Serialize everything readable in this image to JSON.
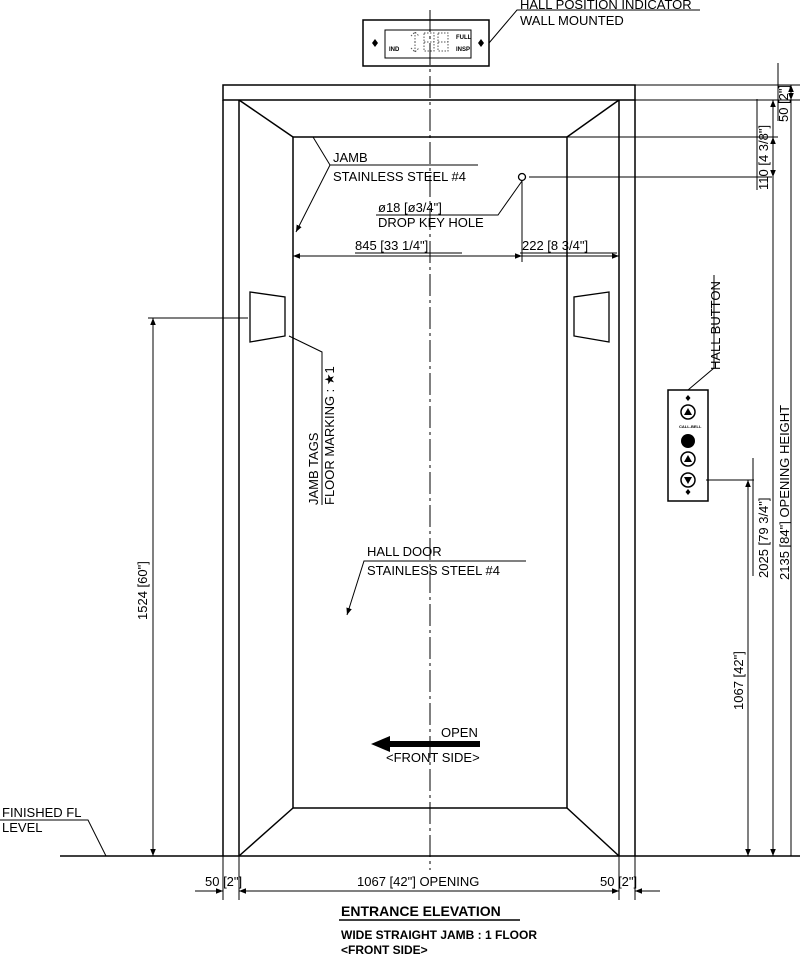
{
  "labels": {
    "hpi_title": "HALL POSITION INDICATOR",
    "hpi_sub": "WALL MOUNTED",
    "hpi_ind": "IND",
    "hpi_full": "FULL",
    "hpi_insp": "INSP",
    "jamb_title": "JAMB",
    "jamb_sub": "STAINLESS STEEL #4",
    "keyhole_size": "ø18 [ø3/4\"]",
    "keyhole_name": "DROP KEY HOLE",
    "jamb_tags": "JAMB TAGS",
    "floor_marking": "FLOOR MARKING : ★1",
    "hall_door": "HALL DOOR",
    "hall_door_sub": "STAINLESS STEEL #4",
    "open": "OPEN",
    "front_side": "<FRONT SIDE>",
    "finished_fl": "FINISHED FL",
    "level": "LEVEL",
    "hall_button": "HALL BUTTON",
    "button_tag": "CALL-BELL"
  },
  "dimensions": {
    "d845": "845 [33 1/4\"]",
    "d222": "222 [8 3/4\"]",
    "d1524": "1524 [60\"]",
    "d1067v": "1067 [42\"]",
    "d2025": "2025 [79 3/4\"]",
    "d2135": "2135 [84\"] OPENING HEIGHT",
    "d110": "110 [4 3/8\"]",
    "d50top": "50 [2\"]",
    "d50l": "50 [2\"]",
    "d1067h": "1067 [42\"] OPENING",
    "d50r": "50 [2\"]"
  },
  "title": {
    "main": "ENTRANCE ELEVATION",
    "sub1": "WIDE STRAIGHT JAMB : 1 FLOOR",
    "sub2": "<FRONT SIDE>"
  },
  "colors": {
    "line": "#000000",
    "background": "#ffffff"
  }
}
